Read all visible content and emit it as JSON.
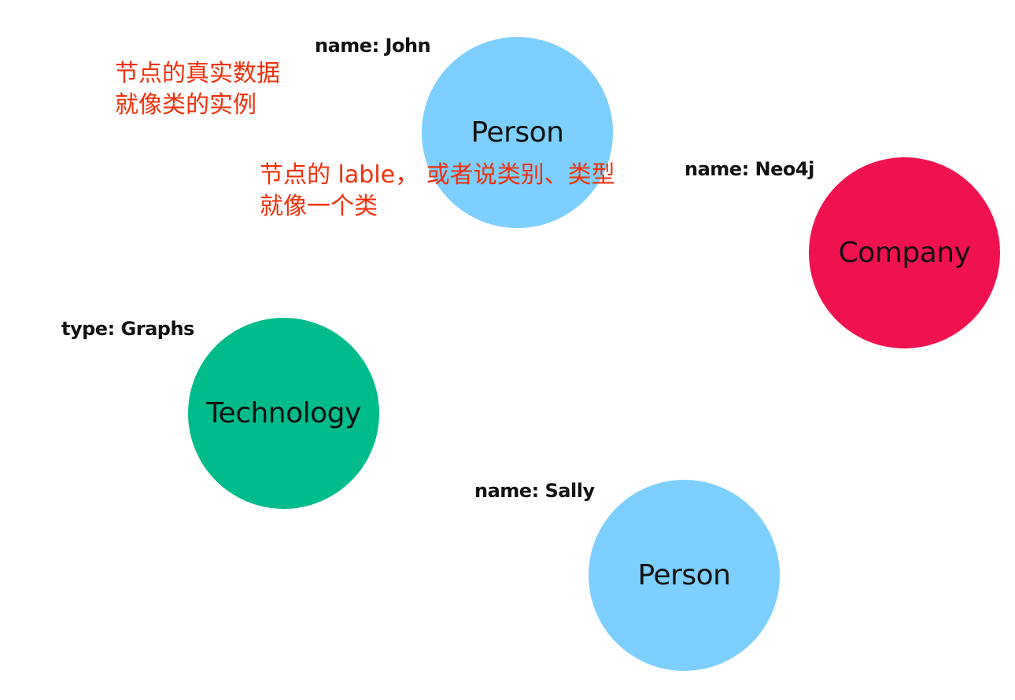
{
  "nodes": {
    "john": {
      "label": "Person",
      "property": "name: John",
      "color": "#7ccfff"
    },
    "company": {
      "label": "Company",
      "property": "name: Neo4j",
      "color": "#ef124f"
    },
    "technology": {
      "label": "Technology",
      "property": "type: Graphs",
      "color": "#00bc8a"
    },
    "sally": {
      "label": "Person",
      "property": "name: Sally",
      "color": "#7ccfff"
    }
  },
  "annotations": {
    "instance_note": {
      "line1": "节点的真实数据",
      "line2": "就像类的实例"
    },
    "label_note": {
      "line1": "节点的 lable， 或者说类别、类型",
      "line2": "就像一个类"
    },
    "color": "#f0300a"
  }
}
